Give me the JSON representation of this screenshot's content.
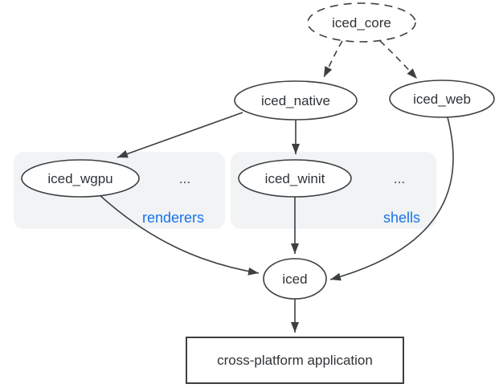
{
  "diagram": {
    "description": "iced crate architecture dependency graph",
    "nodes": {
      "iced_core": {
        "label": "iced_core",
        "shape": "ellipse",
        "border": "dashed"
      },
      "iced_native": {
        "label": "iced_native",
        "shape": "ellipse",
        "border": "solid"
      },
      "iced_web": {
        "label": "iced_web",
        "shape": "ellipse",
        "border": "solid"
      },
      "iced_wgpu": {
        "label": "iced_wgpu",
        "shape": "ellipse",
        "border": "solid",
        "group": "renderers"
      },
      "iced_winit": {
        "label": "iced_winit",
        "shape": "ellipse",
        "border": "solid",
        "group": "shells"
      },
      "iced": {
        "label": "iced",
        "shape": "ellipse",
        "border": "solid"
      },
      "app": {
        "label": "cross-platform application",
        "shape": "rectangle",
        "border": "solid"
      }
    },
    "groups": {
      "renderers": {
        "label": "renderers",
        "ellipsis": "..."
      },
      "shells": {
        "label": "shells",
        "ellipsis": "..."
      }
    },
    "edges": [
      {
        "from": "iced_core",
        "to": "iced_native",
        "style": "dashed"
      },
      {
        "from": "iced_core",
        "to": "iced_web",
        "style": "dashed"
      },
      {
        "from": "iced_native",
        "to": "iced_wgpu",
        "style": "solid"
      },
      {
        "from": "iced_native",
        "to": "iced_winit",
        "style": "solid"
      },
      {
        "from": "iced_wgpu",
        "to": "iced",
        "style": "solid"
      },
      {
        "from": "iced_winit",
        "to": "iced",
        "style": "solid"
      },
      {
        "from": "iced_web",
        "to": "iced",
        "style": "solid"
      },
      {
        "from": "iced",
        "to": "app",
        "style": "solid"
      }
    ],
    "colors": {
      "background": "#ffffff",
      "stroke": "#3c4043",
      "node_fill": "#ffffff",
      "group_fill": "#f1f3f4",
      "group_label": "#1a73e8",
      "text": "#2f3337"
    }
  }
}
